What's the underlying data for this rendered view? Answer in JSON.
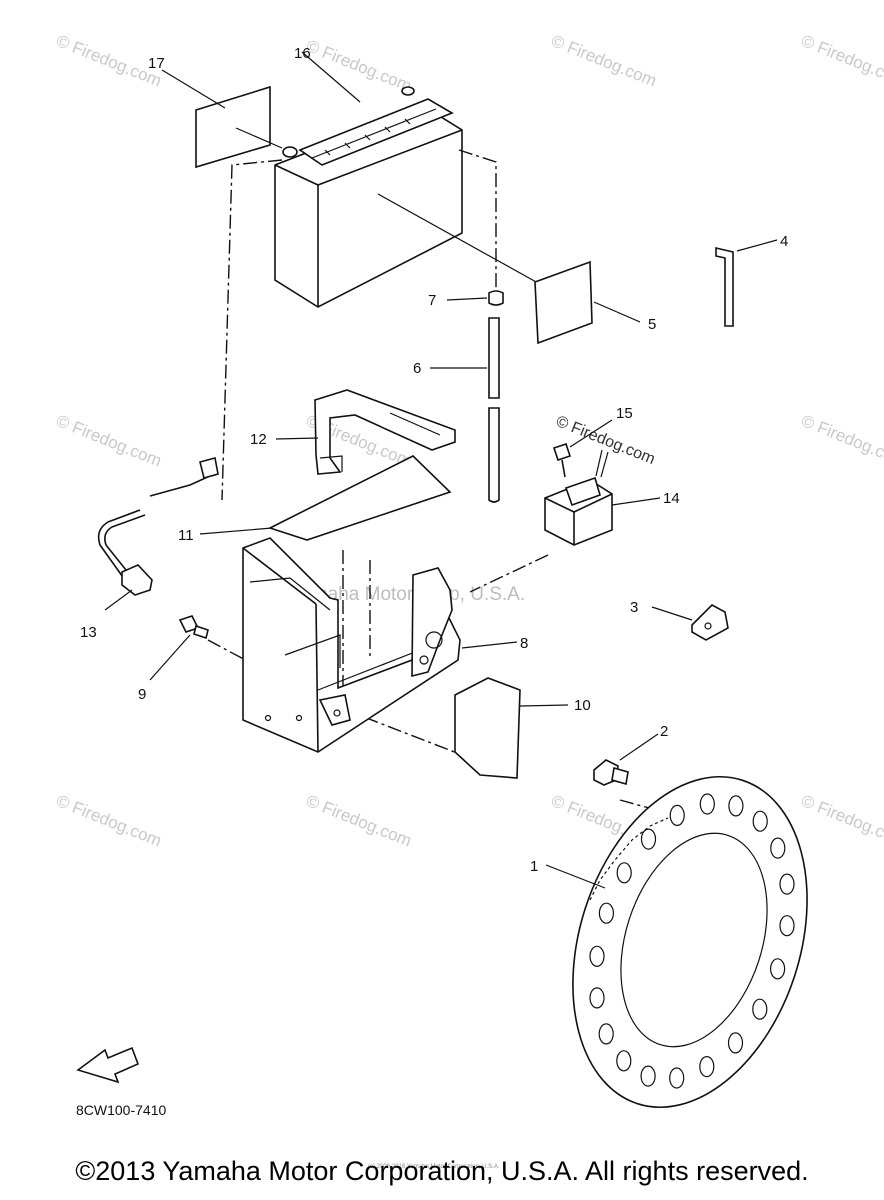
{
  "callouts": [
    "1",
    "2",
    "3",
    "4",
    "5",
    "6",
    "7",
    "8",
    "9",
    "10",
    "11",
    "12",
    "13",
    "14",
    "15",
    "16",
    "17"
  ],
  "part_code": "8CW100-7410",
  "fwd_label": "FWD",
  "watermarks": {
    "firedog": "© Firedog.com",
    "center": "Yamaha Motor Corp, U.S.A.",
    "small_line": "(c) 2006-2016 Yamaha Motor Corporation, U.S.A."
  },
  "copyright": "©2013 Yamaha Motor Corporation, U.S.A. All rights reserved."
}
